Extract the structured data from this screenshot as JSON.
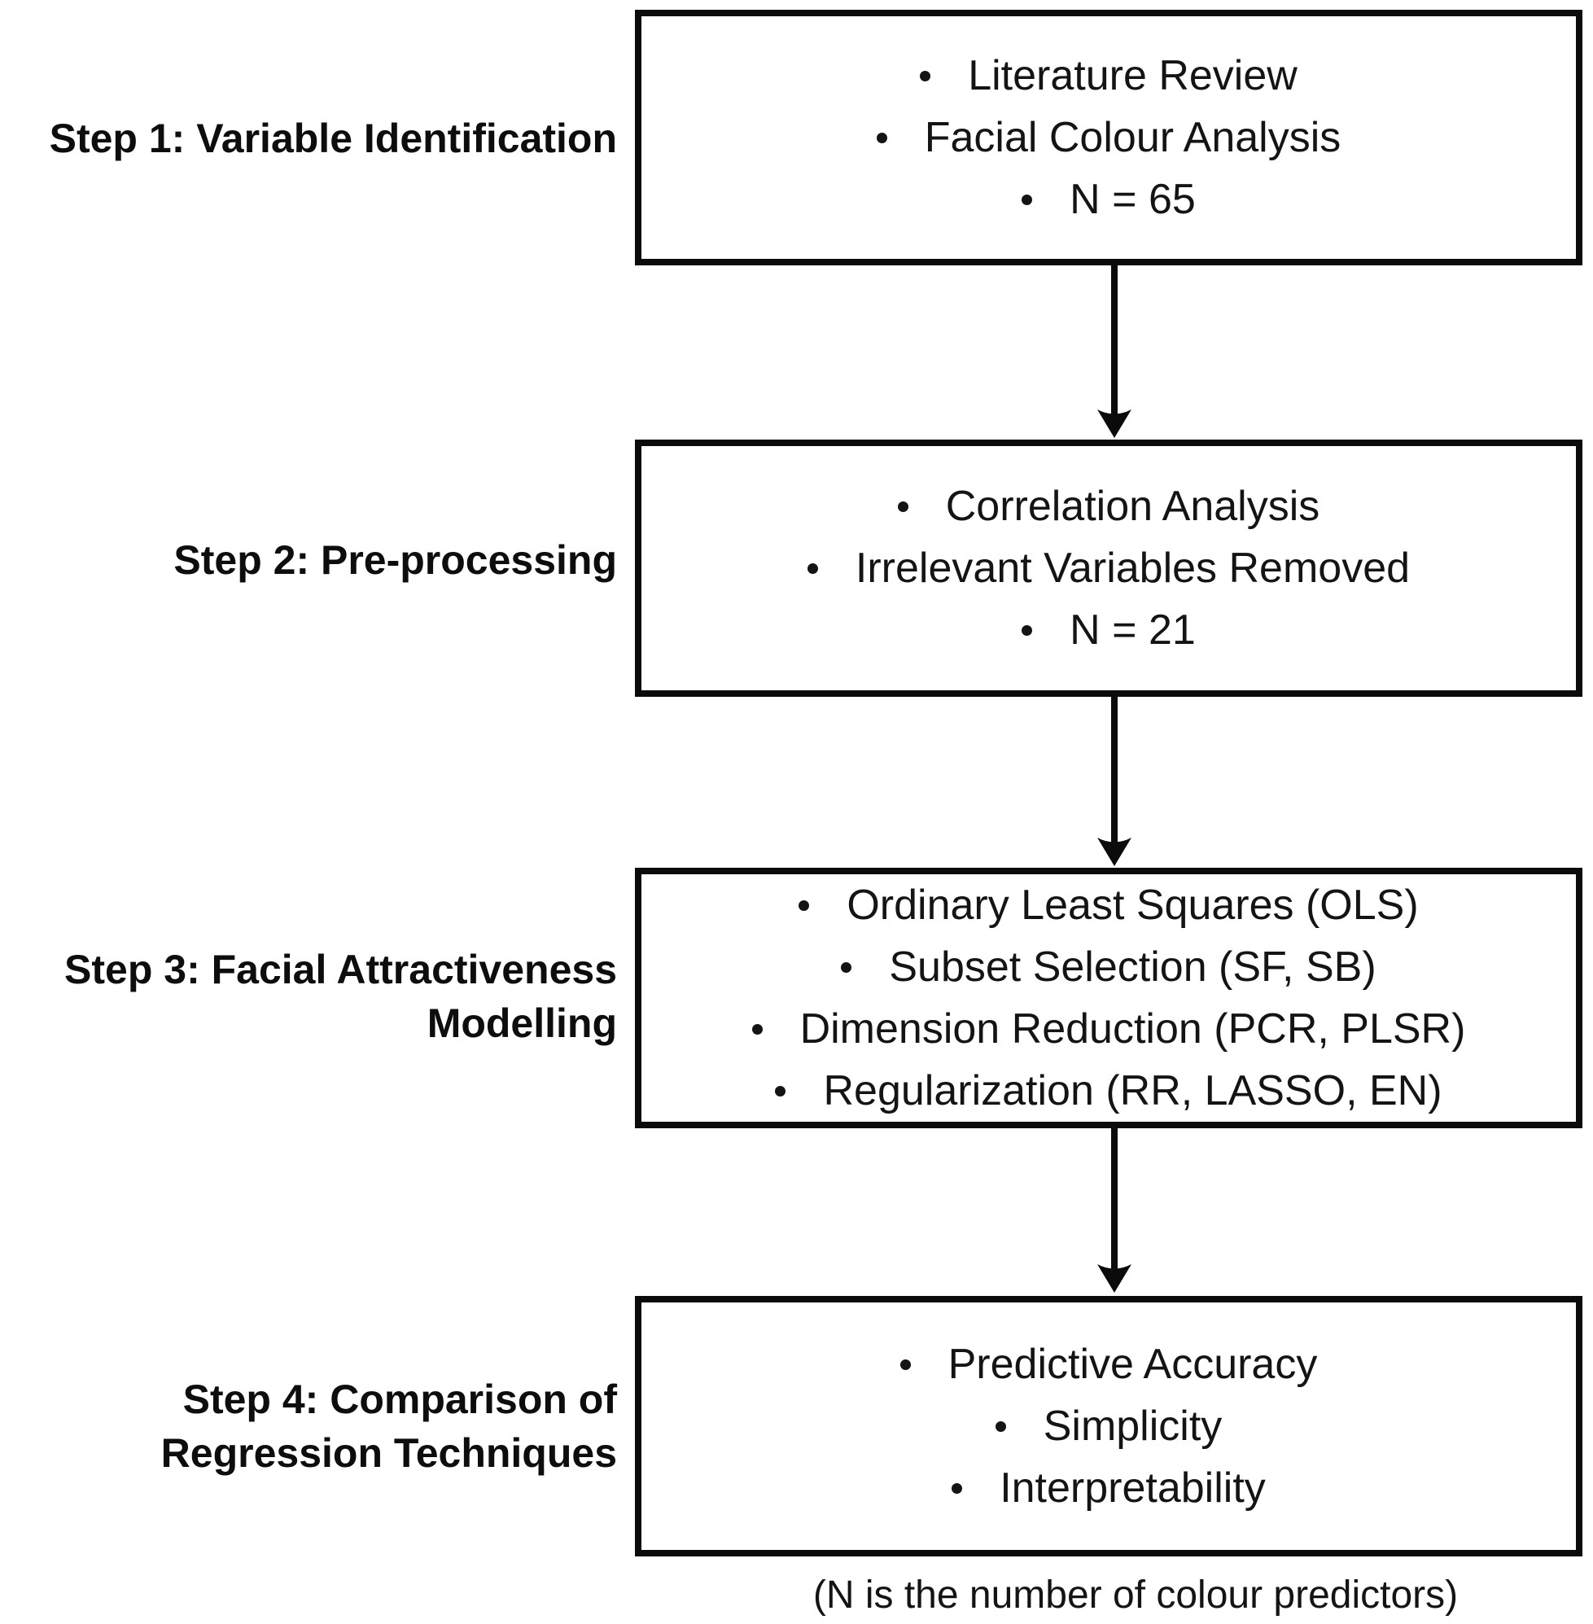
{
  "steps": [
    {
      "label_lines": [
        "Step 1: Variable Identification"
      ],
      "bullets": [
        "Literature Review",
        "Facial Colour Analysis",
        "N = 65"
      ]
    },
    {
      "label_lines": [
        "Step 2: Pre-processing"
      ],
      "bullets": [
        "Correlation Analysis",
        "Irrelevant Variables Removed",
        "N = 21"
      ]
    },
    {
      "label_lines": [
        "Step 3: Facial Attractiveness",
        "Modelling"
      ],
      "bullets": [
        "Ordinary Least Squares (OLS)",
        "Subset Selection (SF, SB)",
        "Dimension Reduction (PCR, PLSR)",
        "Regularization (RR, LASSO, EN)"
      ]
    },
    {
      "label_lines": [
        "Step 4: Comparison of",
        "Regression Techniques"
      ],
      "bullets": [
        "Predictive Accuracy",
        "Simplicity",
        "Interpretability"
      ]
    }
  ],
  "footnote": "(N is the number of colour predictors)",
  "colors": {
    "ink": "#0d0d0d",
    "background": "#ffffff"
  },
  "icons": {
    "bullet": "filled-circle",
    "flow_arrow": "arrowhead-down"
  }
}
